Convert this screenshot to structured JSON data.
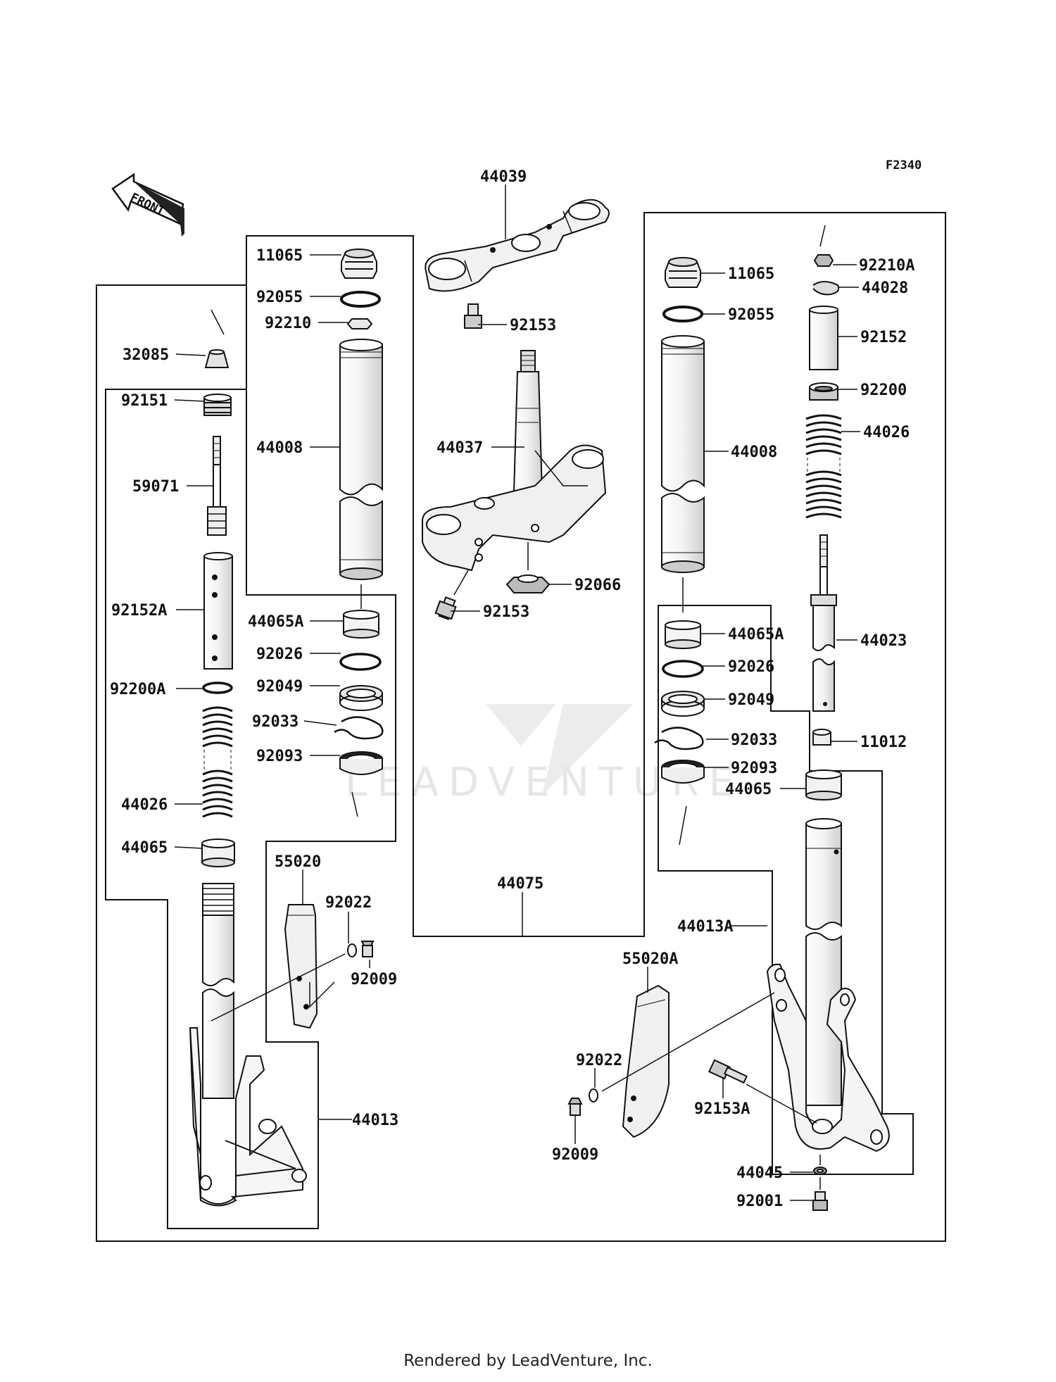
{
  "figure_code": "F2340",
  "front_arrow_label": "FRONT",
  "watermark_text": "LEADVENTURE",
  "footer": "Rendered by LeadVenture, Inc.",
  "left_fork": {
    "top_assembly": [
      "11065",
      "92055",
      "92210",
      "44008",
      "44065A",
      "92026",
      "92049",
      "92033",
      "92093"
    ],
    "inner_assembly": [
      "32085",
      "92151",
      "59071",
      "92152A",
      "92200A",
      "44026",
      "44065"
    ],
    "lower": [
      "44013",
      "55020",
      "92022",
      "92009"
    ]
  },
  "center": {
    "parts": [
      "44039",
      "92153",
      "44037",
      "92153",
      "92066",
      "44075"
    ]
  },
  "right_fork": {
    "top_assembly": [
      "11065",
      "92055",
      "44008",
      "44065A",
      "92026",
      "92049",
      "92033",
      "92093"
    ],
    "inner_assembly": [
      "92210A",
      "44028",
      "92152",
      "92200",
      "44026",
      "44023",
      "11012",
      "44065"
    ],
    "lower": [
      "44013A",
      "55020A",
      "92022",
      "92009",
      "92153A",
      "44045",
      "92001"
    ]
  }
}
